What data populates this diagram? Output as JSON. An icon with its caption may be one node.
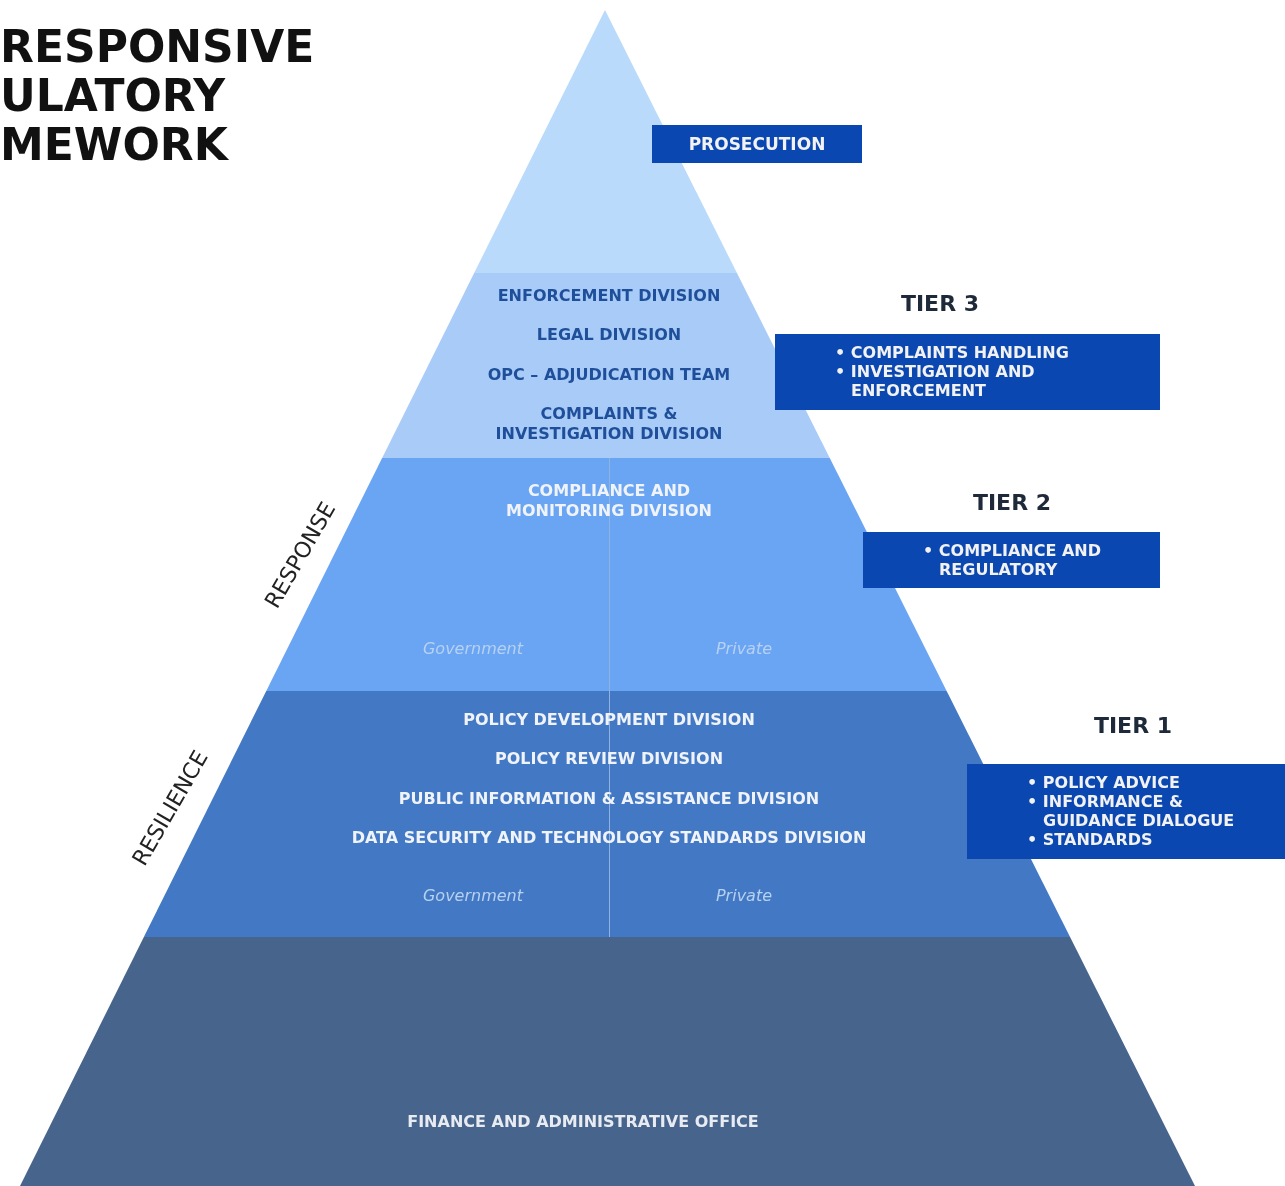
{
  "diagram": {
    "title": "RESPONSIVE ULATORY MEWORK",
    "nodes": [
      {
        "text": [],
        "shape": "triangle"
      },
      {
        "text": [
          "ENFORCEMENT DIVISION",
          "LEGAL DIVISION",
          "OPC – ADJUDICATION TEAM",
          "COMPLAINTS & INVESTIGATION DIVISION"
        ]
      },
      {
        "text": [
          "COMPLIANCE AND MONITORING DIVISION",
          "Government",
          "Private"
        ]
      },
      {
        "text": [
          "POLICY DEVELOPMENT DIVISION",
          "POLICY REVIEW DIVISION",
          "PUBLIC INFORMATION & ASSISTANCE DIVISION",
          "DATA SECURITY AND TECHNOLOGY STANDARDS DIVISION",
          "Government",
          "Private"
        ]
      },
      {
        "text": [
          "FINANCE AND ADMINISTRATIVE OFFICE"
        ]
      },
      {
        "text": [
          "PROSECUTION"
        ]
      },
      {
        "text": [
          "TIER 3",
          "• COMPLAINTS HANDLING",
          "• INVESTIGATION AND ENFORCEMENT"
        ]
      },
      {
        "text": [
          "TIER 2",
          "• COMPLIANCE AND REGULATORY"
        ]
      },
      {
        "text": [
          "TIER 1",
          "• POLICY ADVICE",
          "• INFORMANCE & GUIDANCE DIALOGUE",
          "• STANDARDS"
        ]
      }
    ],
    "labels": [
      "RESPONSE",
      "RESILIENCE"
    ]
  }
}
